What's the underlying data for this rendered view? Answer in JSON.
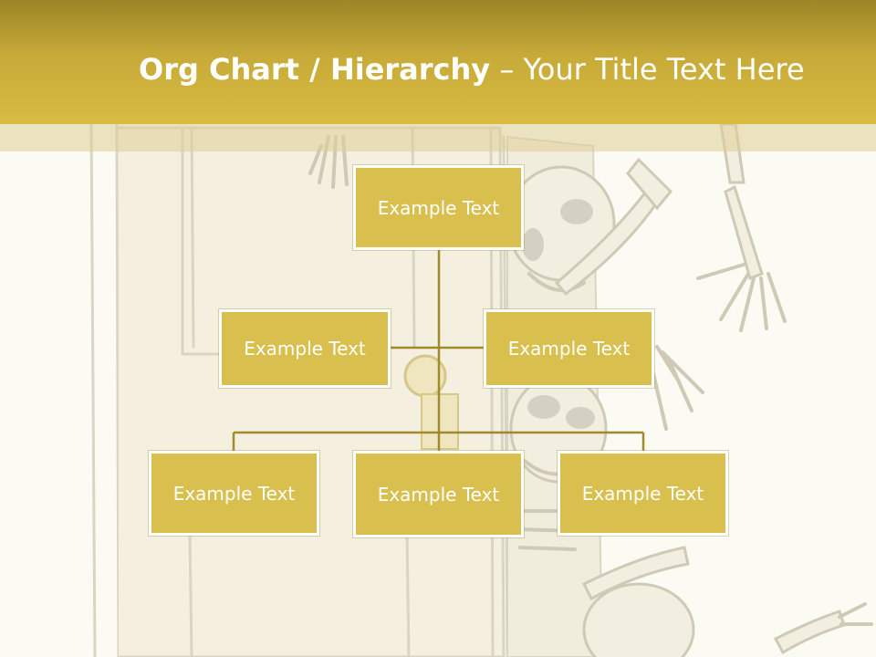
{
  "slide": {
    "title_bold": "Org Chart / Hierarchy",
    "title_separator": "–",
    "title_rest": "Your Title Text Here"
  },
  "org_chart": {
    "top": "Example Text",
    "level2": [
      "Example Text",
      "Example Text"
    ],
    "level3": [
      "Example Text",
      "Example Text",
      "Example Text"
    ]
  },
  "colors": {
    "header_dark": "#9c8528",
    "header_light": "#d9bc42",
    "box_fill": "#d8bf4e",
    "box_border": "#ffffff",
    "connector": "#a08a2e",
    "background": "#fbfbf4"
  },
  "background_art": "cartoon skeleton peeking from behind a door"
}
